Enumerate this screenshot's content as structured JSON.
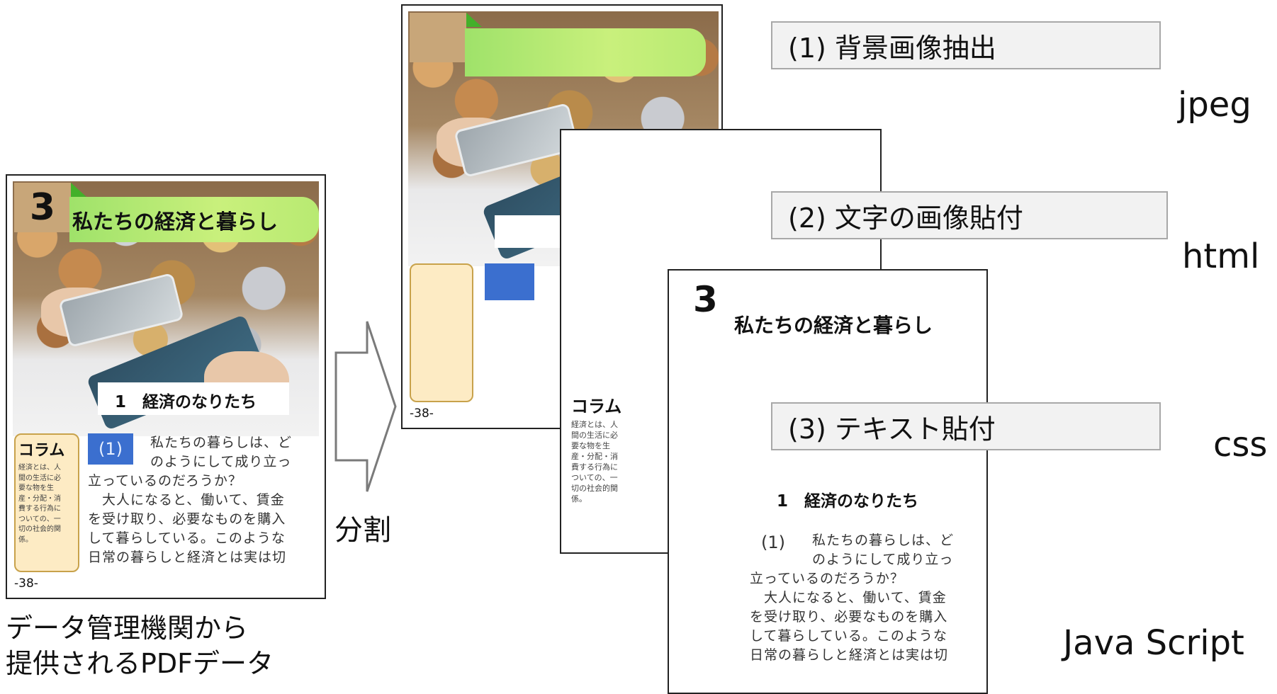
{
  "original": {
    "chapter_number": "3",
    "chapter_title": "私たちの経済と暮らし",
    "section_heading": "1　経済のなりたち",
    "column_title": "コラム",
    "column_text": [
      "経済とは、人",
      "間の生活に必",
      "要な物を生",
      "産・分配・消",
      "費する行為に",
      "ついての、一",
      "切の社会的関",
      "係。"
    ],
    "paragraph_number": "(1)",
    "body_lines": [
      "私たちの暮らしは、ど",
      "のようにして成り立っ",
      "立っているのだろうか？",
      "　大人になると、働いて、賃金",
      "を受け取り、必要なものを購入",
      "して暮らしている。このような",
      "日常の暮らしと経済とは実は切"
    ],
    "page_number": "-38-",
    "caption_lines": [
      "データ管理機関から",
      "提供されるPDFデータ"
    ]
  },
  "split_label": "分割",
  "layers": [
    {
      "step_label": "(1)  背景画像抽出",
      "format": "jpeg",
      "page_number": "-38-"
    },
    {
      "step_label": "(2)  文字の画像貼付",
      "format": "html",
      "column_title": "コラム",
      "column_text": [
        "経済とは、人",
        "間の生活に必",
        "要な物を生",
        "産・分配・消",
        "費する行為に",
        "ついての、一",
        "切の社会的関",
        "係。"
      ]
    },
    {
      "step_label": "(3)  テキスト貼付",
      "format": "css",
      "chapter_number": "3",
      "chapter_title": "私たちの経済と暮らし",
      "section_heading": "1　経済のなりたち",
      "paragraph_number": "(1)",
      "body_lines": [
        "私たちの暮らしは、ど",
        "のようにして成り立っ",
        "立っているのだろうか？",
        "　大人になると、働いて、賃金",
        "を受け取り、必要なものを購入",
        "して暮らしている。このような",
        "日常の暮らしと経済とは実は切"
      ]
    }
  ],
  "extra_format": "Java Script",
  "colors": {
    "green_band": "#b8ea72",
    "tab_tan": "#c8a679",
    "column_fill": "#fdebc4",
    "badge_blue": "#3b6fcf"
  }
}
